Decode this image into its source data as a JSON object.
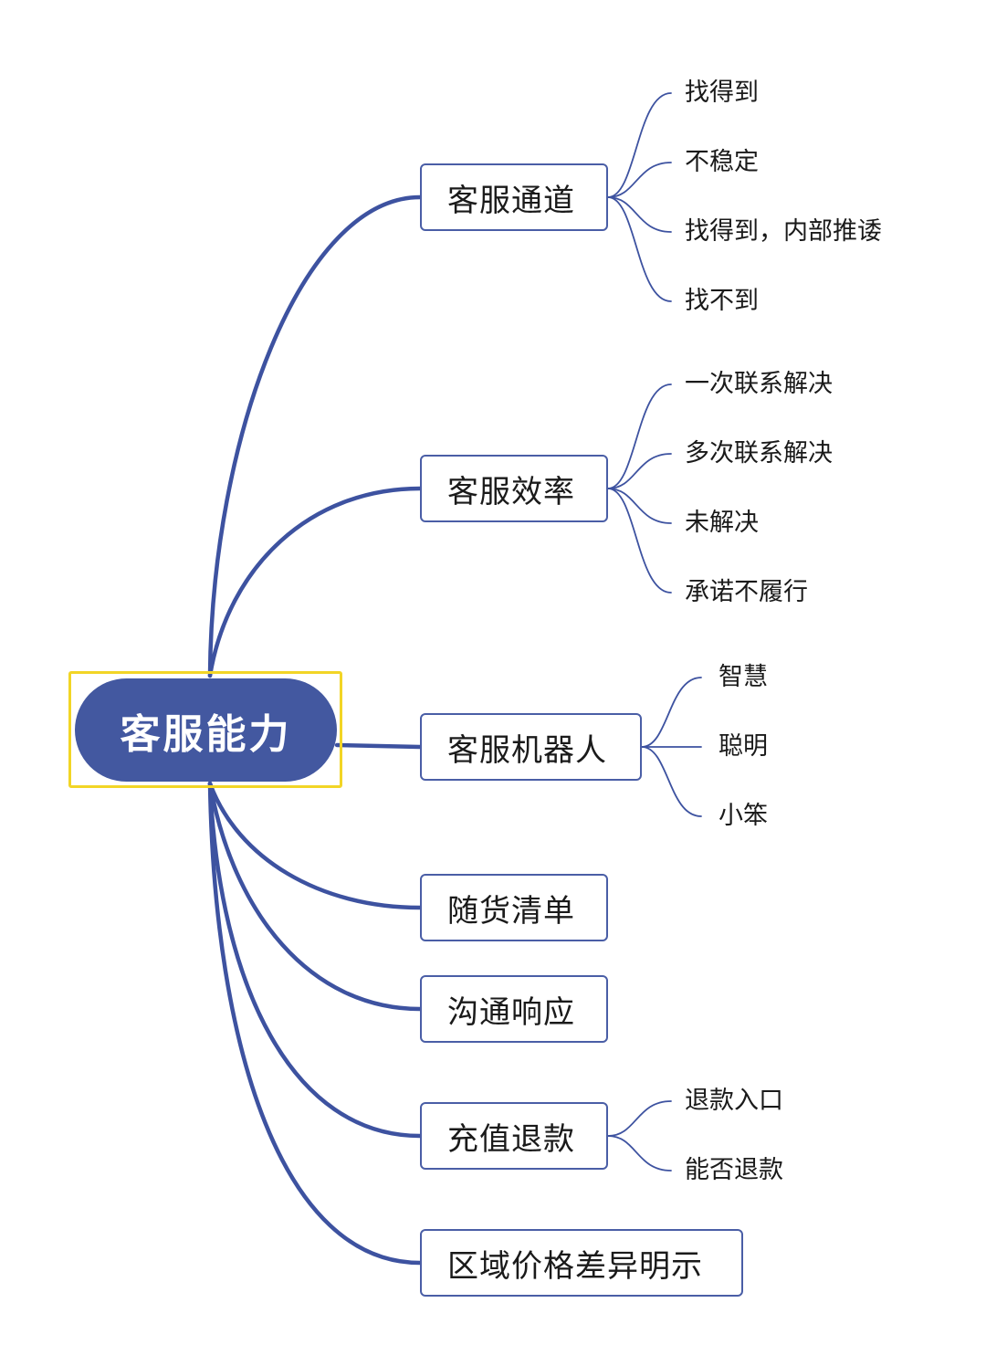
{
  "root": {
    "label": "客服能力"
  },
  "branches": [
    {
      "label": "客服通道",
      "leaves": [
        "找得到",
        "不稳定",
        "找得到，内部推诿",
        "找不到"
      ]
    },
    {
      "label": "客服效率",
      "leaves": [
        "一次联系解决",
        "多次联系解决",
        "未解决",
        "承诺不履行"
      ]
    },
    {
      "label": "客服机器人",
      "leaves": [
        "智慧",
        "聪明",
        "小笨"
      ]
    },
    {
      "label": "随货清单",
      "leaves": []
    },
    {
      "label": "沟通响应",
      "leaves": []
    },
    {
      "label": "充值退款",
      "leaves": [
        "退款入口",
        "能否退款"
      ]
    },
    {
      "label": "区域价格差异明示",
      "leaves": []
    }
  ],
  "colors": {
    "line": "#3d52a0",
    "root_fill": "#4358a0",
    "focus_frame": "#f2d526"
  }
}
